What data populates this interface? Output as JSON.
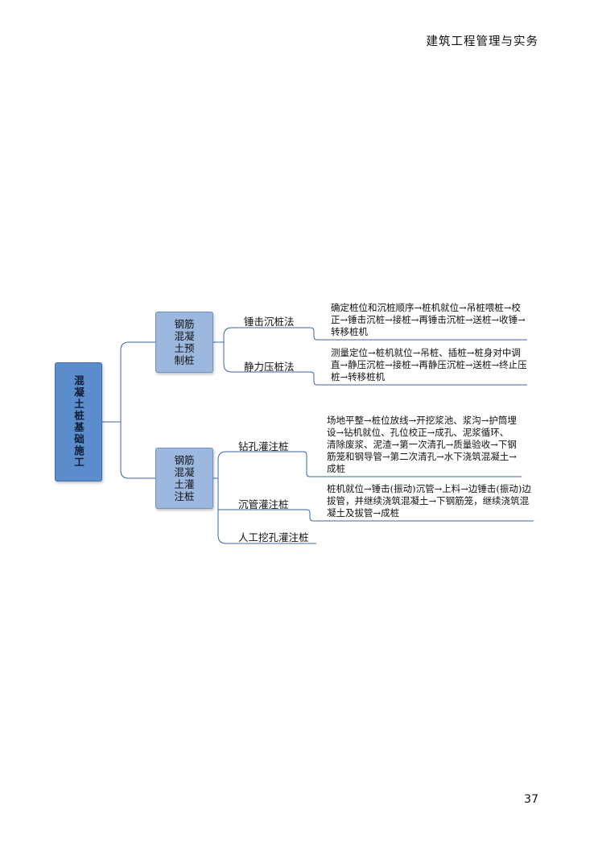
{
  "header": {
    "title": "建筑工程管理与实务"
  },
  "page": {
    "number": "37"
  },
  "diagram": {
    "root": "混凝土桩基础施工",
    "branches": [
      {
        "label": "钢筋混凝土预制桩",
        "leaves": [
          {
            "label": "锤击沉桩法",
            "description": "确定桩位和沉桩顺序→桩机就位→吊桩喂桩→校正→锤击沉桩→接桩→再锤击沉桩→送桩→收锤→转移桩机"
          },
          {
            "label": "静力压桩法",
            "description": "测量定位→桩机就位→吊桩、插桩→桩身对中调直→静压沉桩→接桩→再静压沉桩→送桩→终止压桩→转移桩机"
          }
        ]
      },
      {
        "label": "钢筋混凝土灌注桩",
        "leaves": [
          {
            "label": "钻孔灌注桩",
            "description": "场地平整→桩位放线→开挖浆池、浆沟→护筒埋设→钻机就位、孔位校正→成孔、泥浆循环、清除废浆、泥渣→第一次清孔→质量验收→下钢筋笼和钢导管→第二次清孔→水下浇筑混凝土→成桩"
          },
          {
            "label": "沉管灌注桩",
            "description": "桩机就位→锤击(振动)沉管→上料→边锤击(振动)边拔管，并继续浇筑混凝土→下钢筋笼，继续浇筑混凝土及拔管→成桩"
          },
          {
            "label": "人工挖孔灌注桩"
          }
        ]
      }
    ]
  },
  "colors": {
    "connector": "#3d64a8",
    "root_fill": "#5b8ccc",
    "branch_fill": "#9db8de"
  }
}
